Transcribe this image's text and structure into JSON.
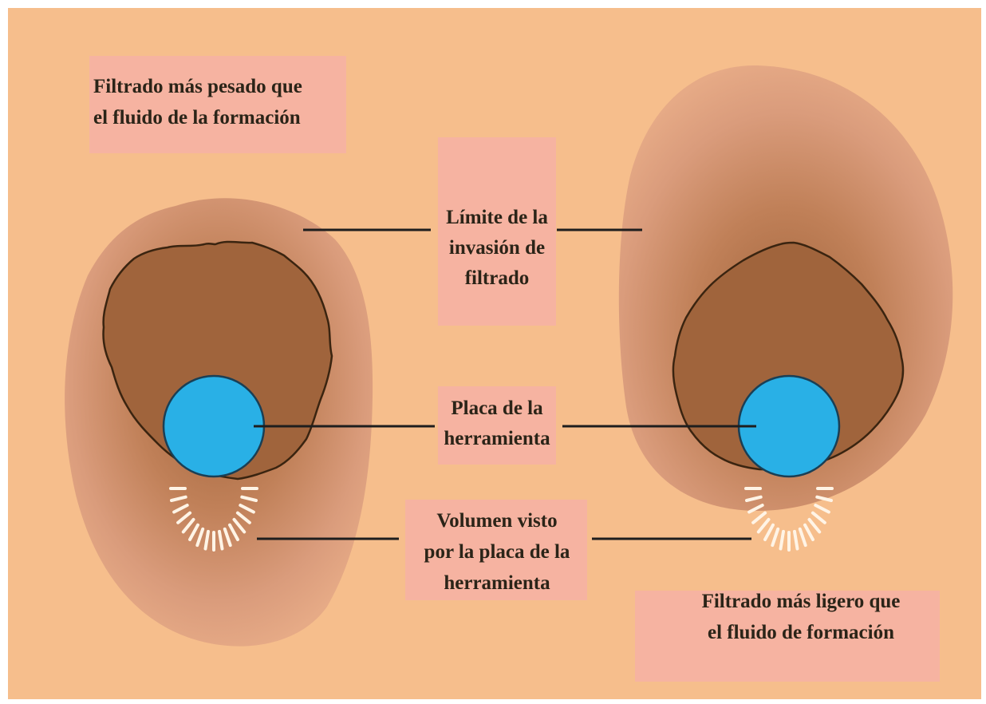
{
  "colors": {
    "background": "#F6BE8C",
    "label_box": "#F6B3A1",
    "halo": "#D99A78",
    "mudcake": "#A0643C",
    "mudcake_outline": "#3A2410",
    "pad": "#29B0E6",
    "pad_outline": "#1A3F55",
    "rays": "#FFF4E6",
    "text": "#2B2418",
    "leader": "#1E1E1E"
  },
  "labels": {
    "heavier_filtrate": [
      "Filtrado más pesado que",
      "el fluido de la formación"
    ],
    "invasion_limit": [
      "Límite de la",
      "invasión de",
      "filtrado"
    ],
    "tool_pad": [
      "Placa de la",
      "herramienta"
    ],
    "volume_seen": [
      "Volumen visto",
      "por la placa de la",
      "herramienta"
    ],
    "lighter_filtrate": [
      "Filtrado más ligero que",
      "el fluido de formación"
    ]
  },
  "icons": {
    "left_pad": "tool-pad-circle",
    "right_pad": "tool-pad-circle",
    "left_rays": "investigation-volume-rays",
    "right_rays": "investigation-volume-rays"
  }
}
